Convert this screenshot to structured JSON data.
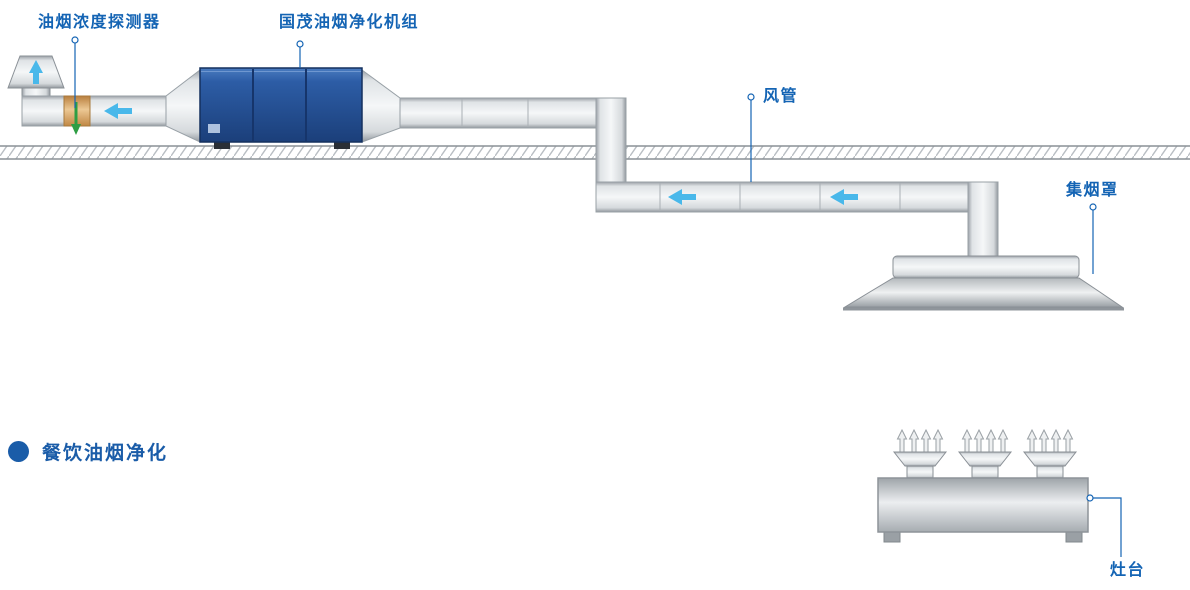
{
  "labels": {
    "detector": "油烟浓度探测器",
    "purifier": "国茂油烟净化机组",
    "duct": "风管",
    "hood": "集烟罩",
    "stove": "灶台"
  },
  "heading": {
    "title": "餐饮油烟净化"
  },
  "colors": {
    "label_text": "#1464b4",
    "heading_text": "#1a5ca8",
    "unit_blue": "#2d5da6",
    "flow_arrow_blue": "#49b8ea",
    "detector_section_orange": "#e2b377",
    "detector_probe_green": "#2e9e44",
    "duct_metal_light": "#f5f7f8",
    "duct_metal_dark": "#9ba1a7",
    "hatch_gray": "#b9bec3"
  }
}
